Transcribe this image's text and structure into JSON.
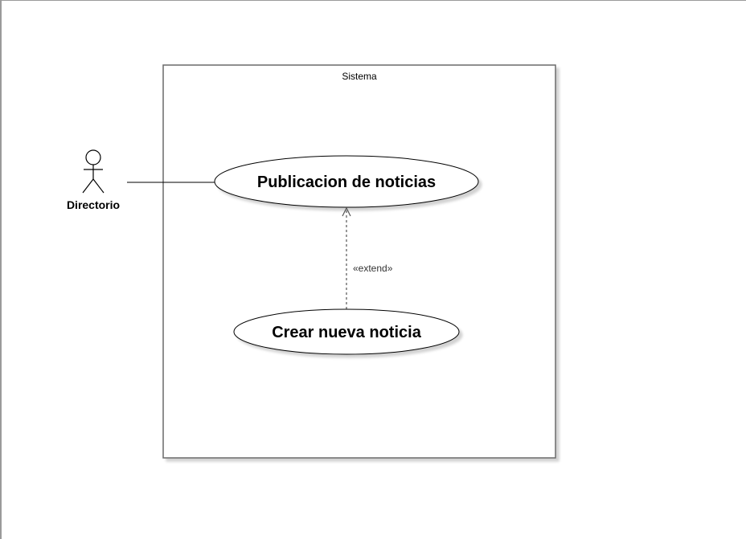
{
  "diagram": {
    "system_boundary": {
      "label": "Sistema"
    },
    "actor": {
      "label": "Directorio"
    },
    "use_cases": [
      {
        "label": "Publicacion de noticias"
      },
      {
        "label": "Crear nueva noticia"
      }
    ],
    "relationships": [
      {
        "from": "Directorio",
        "to": "Publicacion de noticias",
        "type": "association"
      },
      {
        "from": "Crear nueva noticia",
        "to": "Publicacion de noticias",
        "type": "extend",
        "label": "«extend»"
      }
    ]
  }
}
